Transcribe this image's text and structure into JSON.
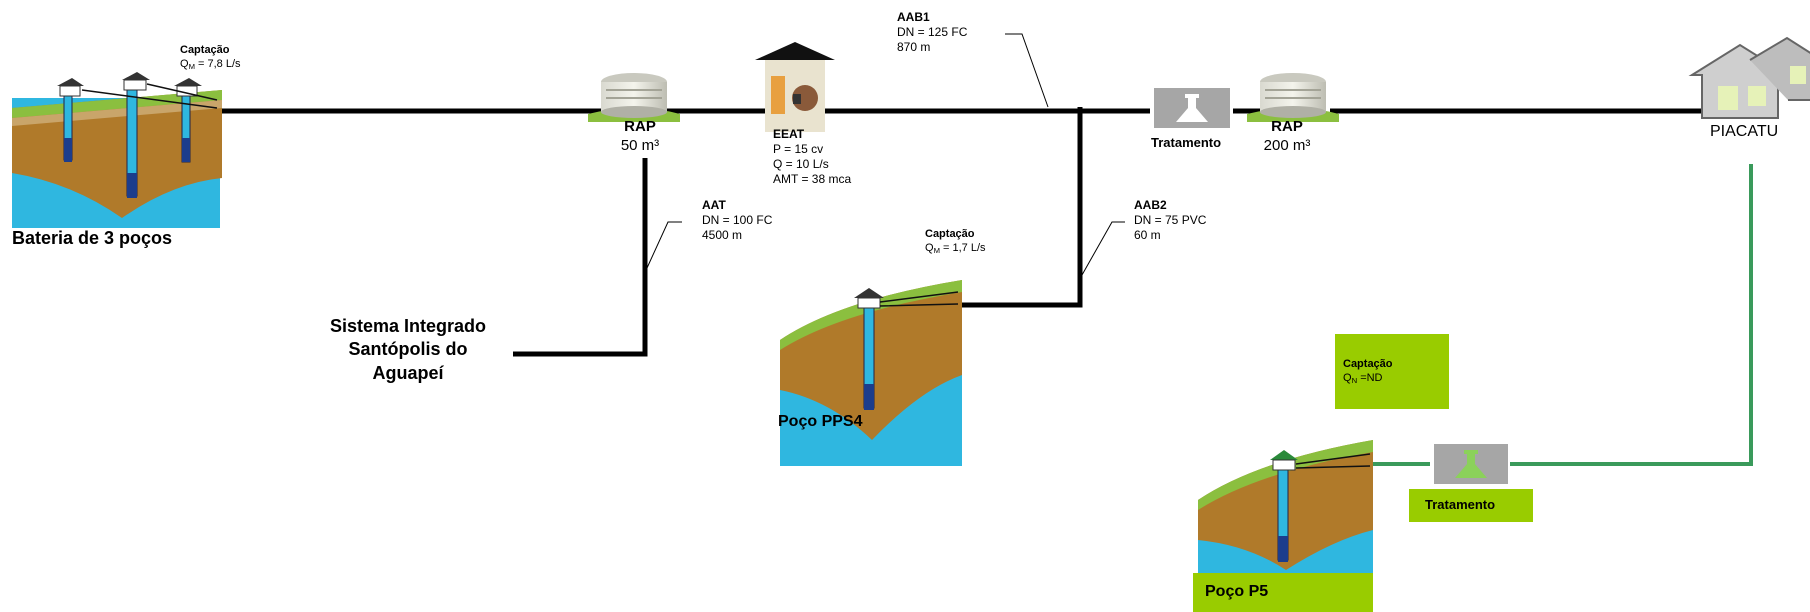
{
  "colors": {
    "pipe_main": "#000000",
    "pipe_secondary": "#3a9a5b",
    "highlight_green": "#99cc00",
    "water": "#2fb7e0",
    "soil": "#b07a2a",
    "grass": "#8bbf3f"
  },
  "bateria": {
    "captacao_title": "Captação",
    "flow_symbol": "Q",
    "flow_sub": "M",
    "flow_value": "= 7,8 L/s",
    "name": "Bateria de 3 poços",
    "icon": "wells-cross-section-icon"
  },
  "rap1": {
    "title": "RAP",
    "volume": "50 m³",
    "icon": "reservoir-tank-icon"
  },
  "eeat": {
    "title": "EEAT",
    "p": "P = 15 cv",
    "q": "Q = 10 L/s",
    "amt": "AMT = 38 mca",
    "icon": "pump-house-icon"
  },
  "aab1": {
    "title": "AAB1",
    "dn": "DN = 125 FC",
    "length": "870 m"
  },
  "aat": {
    "title": "AAT",
    "dn": "DN = 100 FC",
    "length": "4500 m"
  },
  "aab2": {
    "title": "AAB2",
    "dn": "DN = 75 PVC",
    "length": "60 m"
  },
  "tratamento1": {
    "label": "Tratamento",
    "icon": "flask-icon"
  },
  "rap2": {
    "title": "RAP",
    "volume": "200 m³",
    "icon": "reservoir-tank-icon"
  },
  "piacatu": {
    "label": "PIACATU",
    "icon": "houses-icon"
  },
  "sistema": {
    "line1": "Sistema Integrado",
    "line2": "Santópolis do",
    "line3": "Aguapeí"
  },
  "pps4": {
    "captacao_title": "Captação",
    "flow_symbol": "Q",
    "flow_sub": "M",
    "flow_value": "= 1,7 L/s",
    "name": "Poço PPS4",
    "icon": "well-cross-section-icon"
  },
  "p5": {
    "captacao_title": "Captação",
    "flow_symbol": "Q",
    "flow_sub": "N",
    "flow_value": "=ND",
    "name": "Poço P5",
    "icon": "well-cross-section-icon"
  },
  "tratamento2": {
    "label": "Tratamento",
    "icon": "flask-icon"
  }
}
